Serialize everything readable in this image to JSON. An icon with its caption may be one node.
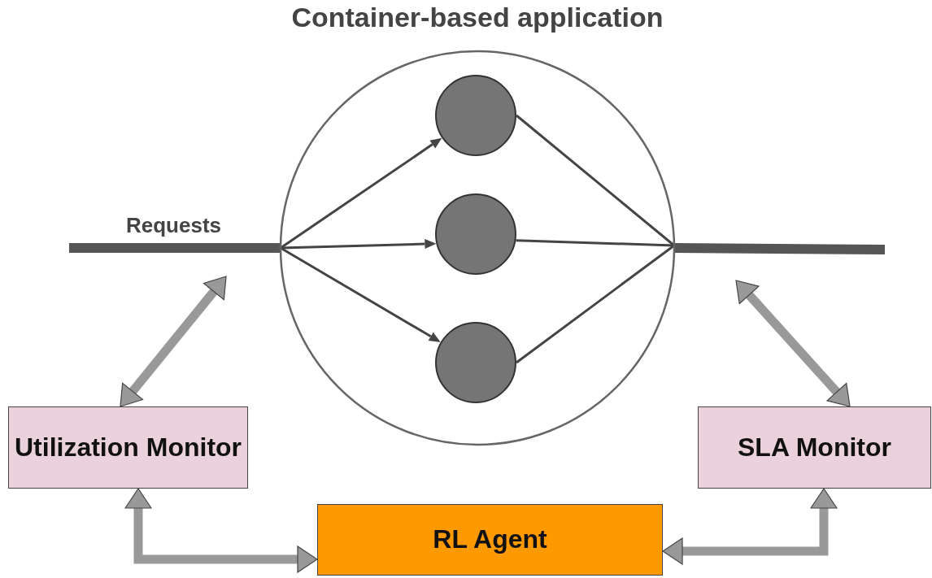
{
  "diagram": {
    "nodes": [
      {
        "text": [
          "Container-based application"
        ]
      },
      {
        "text": [],
        "shape": "circle",
        "in": 0
      },
      {
        "text": [],
        "shape": "circle",
        "in": 0
      },
      {
        "text": [],
        "shape": "circle",
        "in": 0
      },
      {
        "text": [
          "Utilization Monitor"
        ]
      },
      {
        "text": [
          "SLA Monitor"
        ]
      },
      {
        "text": [
          "RL Agent"
        ]
      }
    ],
    "edges": [
      {
        "from": null,
        "to": 0,
        "arrow": "none",
        "label": "Requests",
        "style": "thick"
      },
      {
        "from": 0,
        "to": 1,
        "arrow": "to"
      },
      {
        "from": 0,
        "to": 2,
        "arrow": "to"
      },
      {
        "from": 0,
        "to": 3,
        "arrow": "to"
      },
      {
        "from": 1,
        "to": 0,
        "arrow": "none"
      },
      {
        "from": 2,
        "to": 0,
        "arrow": "none"
      },
      {
        "from": 3,
        "to": 0,
        "arrow": "none"
      },
      {
        "from": 0,
        "to": null,
        "arrow": "none",
        "style": "thick"
      },
      {
        "from": 4,
        "to": null,
        "arrow": "both",
        "style": "thick",
        "color": "#999999"
      },
      {
        "from": 5,
        "to": null,
        "arrow": "both",
        "style": "thick",
        "color": "#999999"
      },
      {
        "from": 4,
        "to": 6,
        "arrow": "both",
        "style": "thick",
        "color": "#999999"
      },
      {
        "from": 5,
        "to": 6,
        "arrow": "both",
        "style": "thick",
        "color": "#999999"
      }
    ]
  }
}
